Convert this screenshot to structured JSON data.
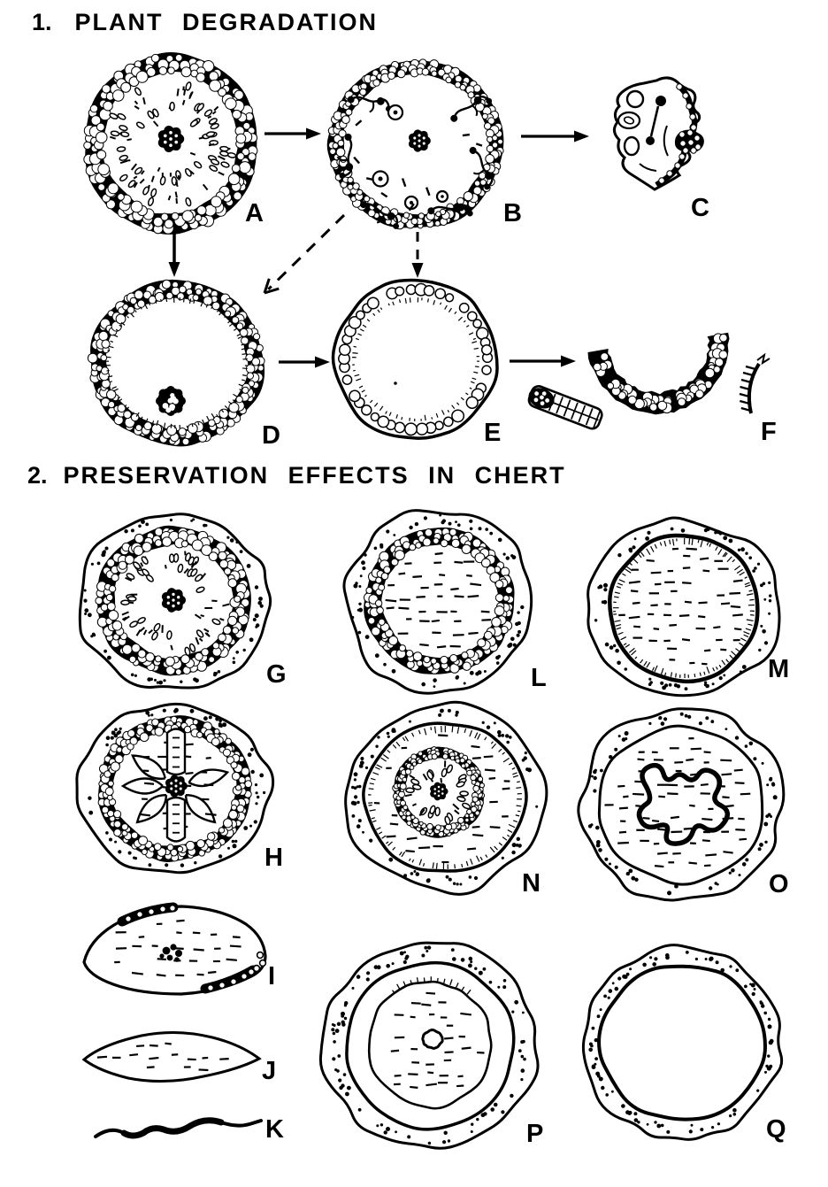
{
  "page": {
    "background": "#ffffff",
    "ink": "#000000"
  },
  "sections": [
    {
      "number": "1.",
      "title": "PLANT DEGRADATION",
      "items": [
        {
          "label": "A",
          "name": "intact-stem-cross-section"
        },
        {
          "label": "B",
          "name": "stem-with-fungal-decay"
        },
        {
          "label": "C",
          "name": "collapsed-tissue-fragment"
        },
        {
          "label": "D",
          "name": "hollow-cortex-with-stele"
        },
        {
          "label": "E",
          "name": "empty-cortex-cylinder"
        },
        {
          "label": "F",
          "name": "dispersed-cortex-fragments"
        }
      ],
      "arrows": [
        {
          "name": "arrow-a-to-b",
          "style": "solid"
        },
        {
          "name": "arrow-b-to-c",
          "style": "solid"
        },
        {
          "name": "arrow-a-to-d",
          "style": "solid"
        },
        {
          "name": "arrow-b-to-d",
          "style": "dashed"
        },
        {
          "name": "arrow-b-to-e",
          "style": "dashed"
        },
        {
          "name": "arrow-d-to-e",
          "style": "solid"
        },
        {
          "name": "arrow-e-to-f",
          "style": "solid"
        }
      ]
    },
    {
      "number": "2.",
      "title": "PRESERVATION EFFECTS IN CHERT",
      "items": [
        {
          "label": "G",
          "name": "permineralized-intact-stem"
        },
        {
          "label": "H",
          "name": "shrunken-tissue-star-pattern"
        },
        {
          "label": "I",
          "name": "compressed-lens-with-stele"
        },
        {
          "label": "J",
          "name": "flattened-lens"
        },
        {
          "label": "K",
          "name": "coalified-film"
        },
        {
          "label": "L",
          "name": "cortex-ring-silica-fill"
        },
        {
          "label": "M",
          "name": "cortex-outline-silica-fill"
        },
        {
          "label": "N",
          "name": "shrunken-stem-inside-mold"
        },
        {
          "label": "O",
          "name": "shrunken-core-blob-in-mold"
        },
        {
          "label": "P",
          "name": "concentric-shrinkage-rings"
        },
        {
          "label": "Q",
          "name": "empty-mold-in-chert"
        }
      ]
    }
  ]
}
